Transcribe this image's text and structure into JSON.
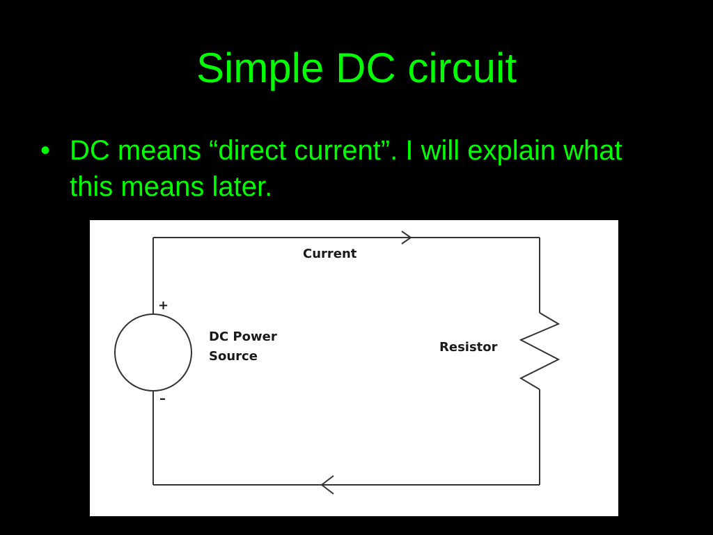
{
  "slide": {
    "title": "Simple DC circuit",
    "bullets": [
      {
        "marker": "•",
        "text": "DC means “direct current”. I will explain what this means later."
      }
    ]
  },
  "diagram": {
    "labels": {
      "current": "Current",
      "power_source_line1": "DC Power",
      "power_source_line2": "Source",
      "resistor": "Resistor",
      "positive_terminal": "+",
      "negative_terminal": "–"
    },
    "colors": {
      "slide_background": "#000000",
      "text": "#00ff00",
      "diagram_background": "#ffffff",
      "wire": "#333333"
    }
  }
}
